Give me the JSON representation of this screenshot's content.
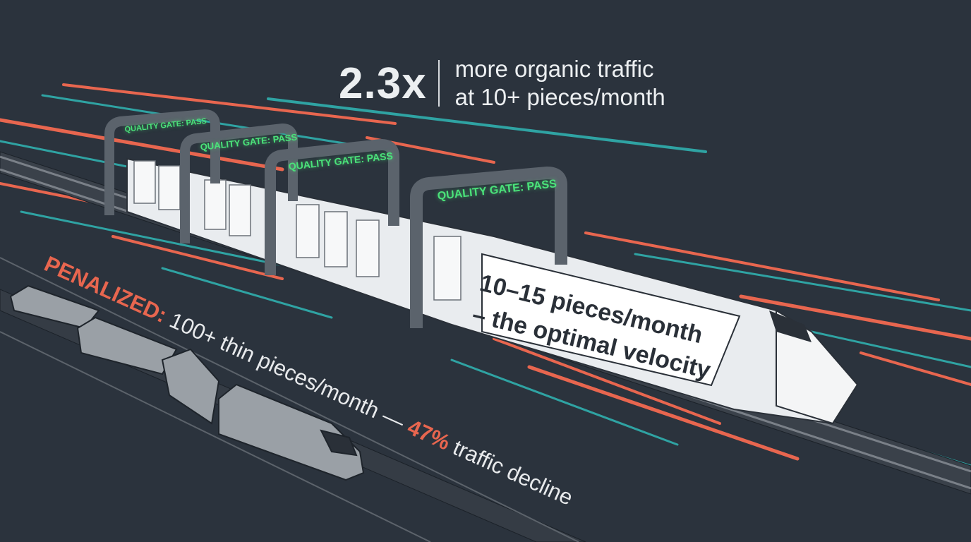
{
  "colors": {
    "background": "#2b333d",
    "accent_red": "#e8664f",
    "accent_teal": "#2fa3a3",
    "gate_green": "#4be37a",
    "train_white": "#eef0f2",
    "train_grey": "#9aa0a6"
  },
  "headline": {
    "multiplier": "2.3x",
    "line1": "more organic traffic",
    "line2": "at 10+ pieces/month"
  },
  "gates": [
    {
      "label": "QUALITY GATE: PASS"
    },
    {
      "label": "QUALITY GATE: PASS"
    },
    {
      "label": "QUALITY GATE: PASS"
    },
    {
      "label": "QUALITY GATE: PASS"
    }
  ],
  "train_banner": {
    "line1": "10–15 pieces/month",
    "line2": "– the optimal velocity"
  },
  "penalized": {
    "prefix": "PENALIZED:",
    "middle": "100+ thin pieces/month —",
    "percent": "47%",
    "suffix": "traffic decline"
  }
}
